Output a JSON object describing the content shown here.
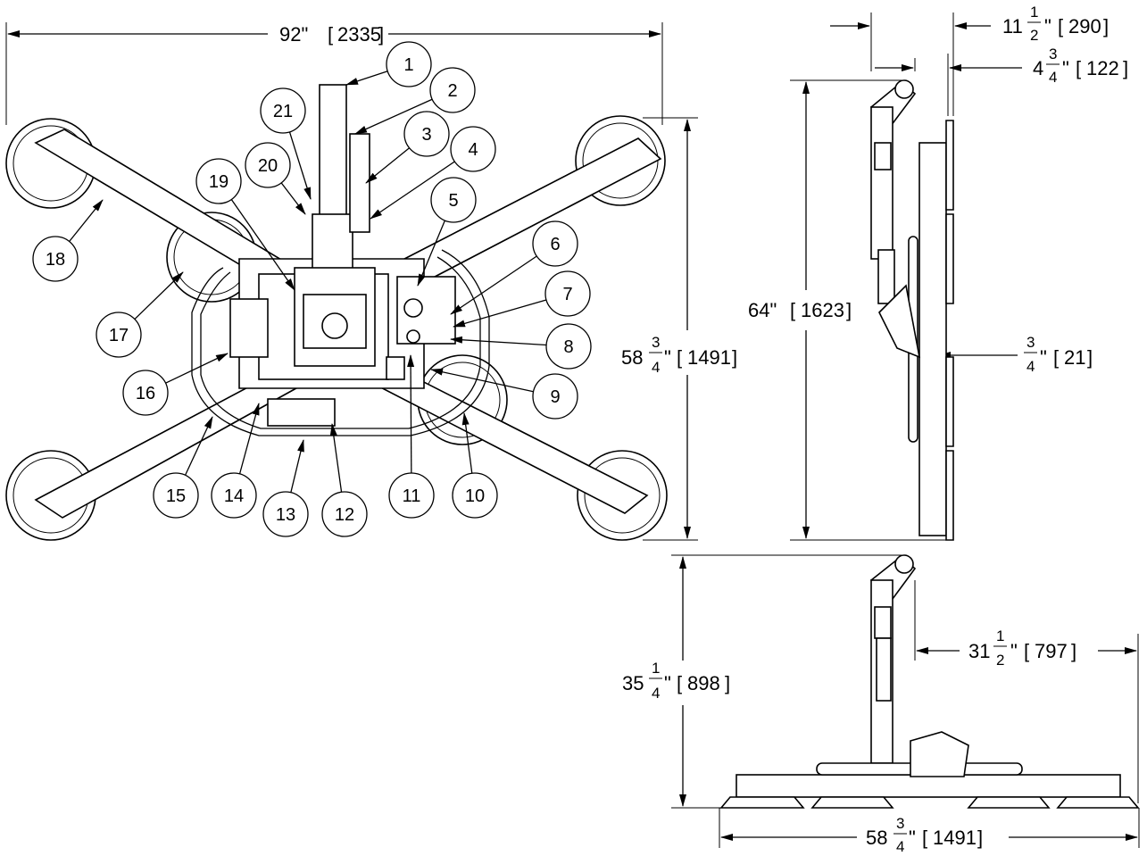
{
  "dimensions": {
    "overall_width": {
      "value": "92\"",
      "metric": "2335"
    },
    "front_height": {
      "whole": "58",
      "num": "3",
      "den": "4",
      "unit": "\"",
      "metric": "1491"
    },
    "side_top_depth": {
      "whole": "11",
      "num": "1",
      "den": "2",
      "unit": "\"",
      "metric": "290"
    },
    "side_pad_depth": {
      "whole": "4",
      "num": "3",
      "den": "4",
      "unit": "\"",
      "metric": "122"
    },
    "side_height": {
      "value": "64\"",
      "metric": "1623"
    },
    "side_offset": {
      "num": "3",
      "den": "4",
      "unit": "\"",
      "metric": "21"
    },
    "bottom_height": {
      "whole": "35",
      "num": "1",
      "den": "4",
      "unit": "\"",
      "metric": "898"
    },
    "bottom_reach": {
      "whole": "31",
      "num": "1",
      "den": "2",
      "unit": "\"",
      "metric": "797"
    },
    "bottom_width": {
      "whole": "58",
      "num": "3",
      "den": "4",
      "unit": "\"",
      "metric": "1491"
    }
  },
  "callouts": [
    "1",
    "2",
    "3",
    "4",
    "5",
    "6",
    "7",
    "8",
    "9",
    "10",
    "11",
    "12",
    "13",
    "14",
    "15",
    "16",
    "17",
    "18",
    "19",
    "20",
    "21"
  ]
}
